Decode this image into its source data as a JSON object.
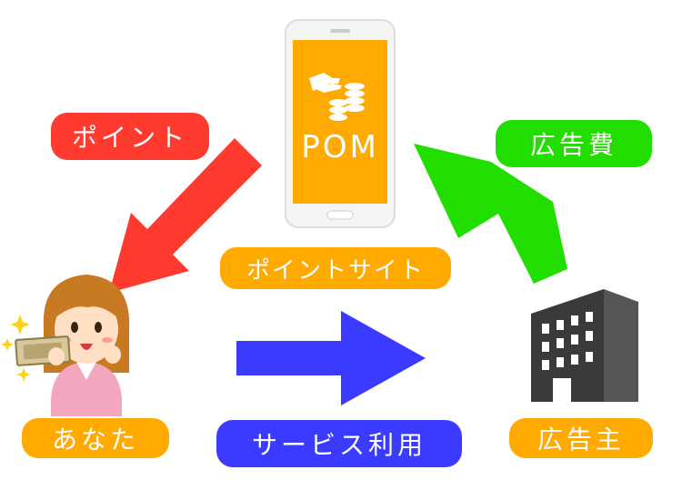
{
  "labels": {
    "point": "ポイント",
    "ad_fee": "広告費",
    "point_site": "ポイントサイト",
    "you": "あなた",
    "service_use": "サービス利用",
    "advertiser": "広告主"
  },
  "phone": {
    "app_name": "POM"
  },
  "icons": {
    "phone": "smartphone-icon",
    "coins": "hand-coins-icon",
    "person": "woman-with-cash-icon",
    "building": "office-building-icon"
  },
  "colors": {
    "red": "#ff3b30",
    "green": "#22dd00",
    "blue": "#3b3bff",
    "orange": "#ffaa00",
    "building": "#3a3a3a"
  }
}
